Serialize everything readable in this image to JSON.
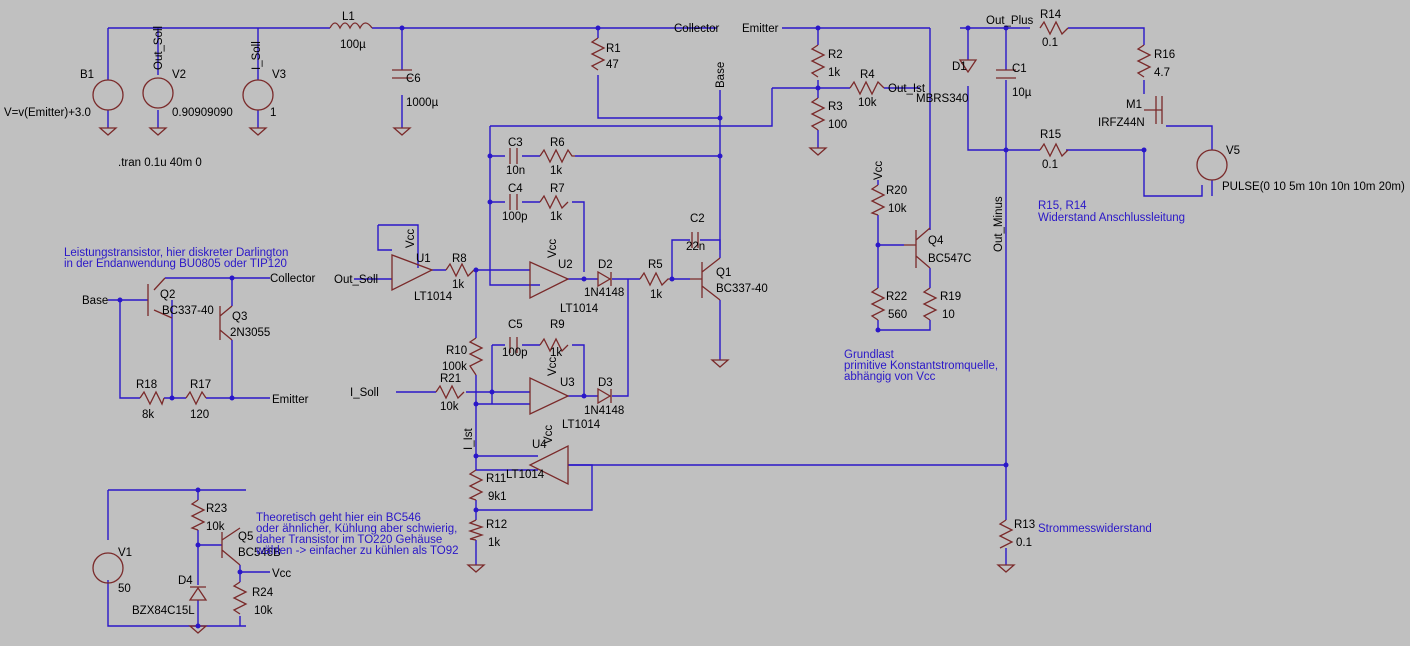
{
  "nets": {
    "collector": "Collector",
    "base": "Base",
    "emitter": "Emitter",
    "out_soll": "Out_Soll",
    "i_soll": "I_Soll",
    "out_ist": "Out_Ist",
    "i_ist": "I_Ist",
    "out_plus": "Out_Plus",
    "out_minus": "Out_Minus",
    "vcc": "Vcc"
  },
  "directives": {
    "tran": ".tran 0.1u 40m 0"
  },
  "components": {
    "B1": {
      "ref": "B1",
      "value": "V=v(Emitter)+3.0"
    },
    "V2": {
      "ref": "V2",
      "value": "0.90909090"
    },
    "V3": {
      "ref": "V3",
      "value": "1"
    },
    "L1": {
      "ref": "L1",
      "value": "100µ"
    },
    "C6": {
      "ref": "C6",
      "value": "1000µ"
    },
    "R1": {
      "ref": "R1",
      "value": "47"
    },
    "R2": {
      "ref": "R2",
      "value": "1k"
    },
    "R3": {
      "ref": "R3",
      "value": "100"
    },
    "R4": {
      "ref": "R4",
      "value": "10k"
    },
    "D1": {
      "ref": "D1",
      "value": "MBRS340"
    },
    "C1": {
      "ref": "C1",
      "value": "10µ"
    },
    "R14": {
      "ref": "R14",
      "value": "0.1"
    },
    "R16": {
      "ref": "R16",
      "value": "4.7"
    },
    "M1": {
      "ref": "M1",
      "value": "IRFZ44N"
    },
    "R15": {
      "ref": "R15",
      "value": "0.1"
    },
    "V5": {
      "ref": "V5",
      "value": "PULSE(0 10 5m 10n 10n 10m 20m)"
    },
    "C3": {
      "ref": "C3",
      "value": "10n"
    },
    "R6": {
      "ref": "R6",
      "value": "1k"
    },
    "C4": {
      "ref": "C4",
      "value": "100p"
    },
    "R7": {
      "ref": "R7",
      "value": "1k"
    },
    "C2": {
      "ref": "C2",
      "value": "22n"
    },
    "U1": {
      "ref": "U1",
      "value": "LT1014"
    },
    "R8": {
      "ref": "R8",
      "value": "1k"
    },
    "U2": {
      "ref": "U2",
      "value": "LT1014"
    },
    "D2": {
      "ref": "D2",
      "value": "1N4148"
    },
    "R5": {
      "ref": "R5",
      "value": "1k"
    },
    "Q1": {
      "ref": "Q1",
      "value": "BC337-40"
    },
    "R20": {
      "ref": "R20",
      "value": "10k"
    },
    "Q4": {
      "ref": "Q4",
      "value": "BC547C"
    },
    "R22": {
      "ref": "R22",
      "value": "560"
    },
    "R19": {
      "ref": "R19",
      "value": "10"
    },
    "C5": {
      "ref": "C5",
      "value": "100p"
    },
    "R9": {
      "ref": "R9",
      "value": "1k"
    },
    "R10": {
      "ref": "R10",
      "value": "100k"
    },
    "R21": {
      "ref": "R21",
      "value": "10k"
    },
    "U3": {
      "ref": "U3",
      "value": "LT1014"
    },
    "D3": {
      "ref": "D3",
      "value": "1N4148"
    },
    "U4": {
      "ref": "U4",
      "value": "LT1014"
    },
    "R11": {
      "ref": "R11",
      "value": "9k1"
    },
    "R12": {
      "ref": "R12",
      "value": "1k"
    },
    "R13": {
      "ref": "R13",
      "value": "0.1"
    },
    "Q2": {
      "ref": "Q2",
      "value": "BC337-40"
    },
    "Q3": {
      "ref": "Q3",
      "value": "2N3055"
    },
    "R18": {
      "ref": "R18",
      "value": "8k"
    },
    "R17": {
      "ref": "R17",
      "value": "120"
    },
    "V1": {
      "ref": "V1",
      "value": "50"
    },
    "R23": {
      "ref": "R23",
      "value": "10k"
    },
    "Q5": {
      "ref": "Q5",
      "value": "BC546B"
    },
    "D4": {
      "ref": "D4",
      "value": "BZX84C15L"
    },
    "R24": {
      "ref": "R24",
      "value": "10k"
    }
  },
  "notes": {
    "r15_r14": "R15, R14",
    "leitung": "Widerstand Anschlussleitung",
    "grundlast": "Grundlast",
    "konstantstrom": "primitive Konstantstromquelle,",
    "abhaengig": "abhängig von Vcc",
    "strommess": "Strommesswiderstand",
    "leistungstransistor": "Leistungstransistor, hier diskreter Darlington",
    "endanwendung": "in der Endanwendung BU0805 oder TIP120",
    "theoretisch_1": "Theoretisch geht hier ein BC546",
    "theoretisch_2": "oder ähnlicher, Kühlung aber schwierig,",
    "theoretisch_3": "daher Transistor im TO220 Gehäuse",
    "theoretisch_4": "wählen -> einfacher zu kühlen als TO92"
  },
  "colors": {
    "background": "#c0c0c0",
    "wire": "#2a17c8",
    "component": "#7a2a2a",
    "text": "#000000",
    "comment_text": "#2a17c8"
  }
}
